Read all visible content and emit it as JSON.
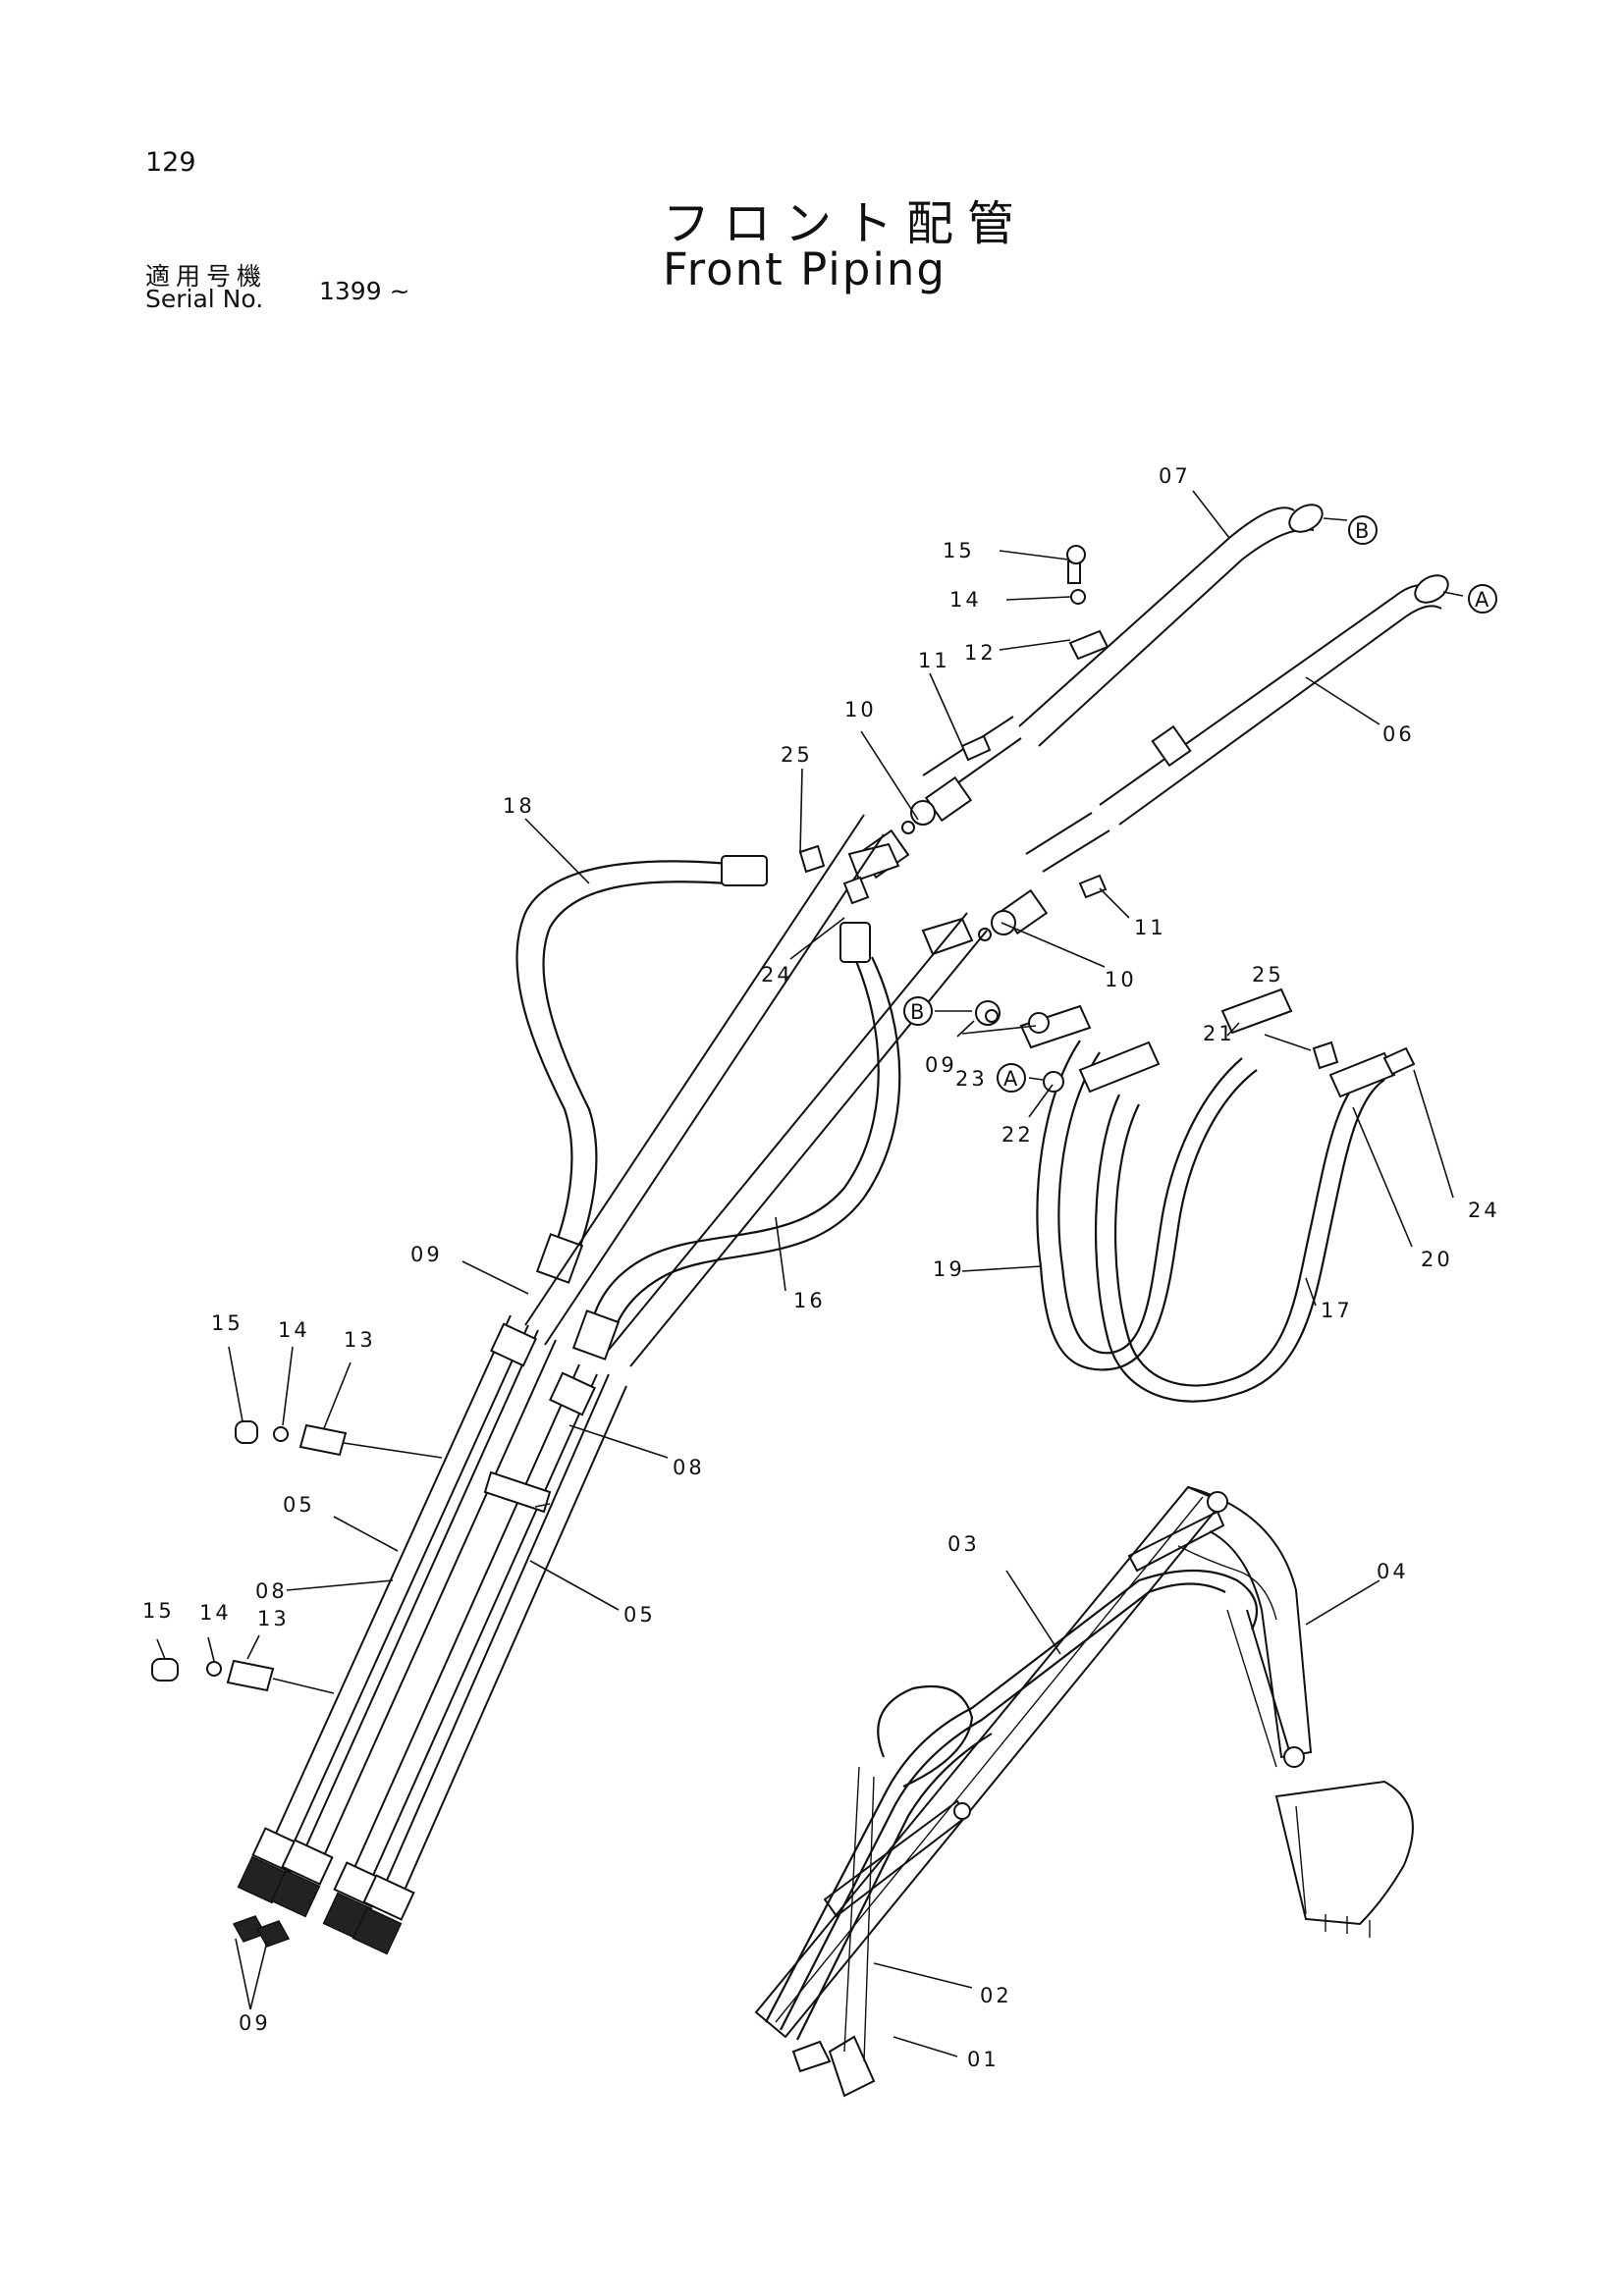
{
  "page_number": "129",
  "title_jp": "フロント配管",
  "title_en": "Front Piping",
  "serial_label_jp": "適用号機",
  "serial_label_en": "Serial No.",
  "serial_value": "1399 ~",
  "callouts": {
    "c01": "01",
    "c02": "02",
    "c03": "03",
    "c04": "04",
    "c05a": "05",
    "c05b": "05",
    "c06": "06",
    "c07": "07",
    "c08a": "08",
    "c08b": "08",
    "c09a": "09",
    "c09b": "09",
    "c09c": "09",
    "c10a": "10",
    "c10b": "10",
    "c11a": "11",
    "c11b": "11",
    "c12": "12",
    "c13a": "13",
    "c13b": "13",
    "c14a": "14",
    "c14b": "14",
    "c14c": "14",
    "c15a": "15",
    "c15b": "15",
    "c15c": "15",
    "c16": "16",
    "c17": "17",
    "c18": "18",
    "c19": "19",
    "c20": "20",
    "c21": "21",
    "c22": "22",
    "c23": "23",
    "c24a": "24",
    "c24b": "24",
    "c25a": "25",
    "c25b": "25"
  },
  "refs": {
    "refA1": "A",
    "refA2": "A",
    "refB1": "B",
    "refB2": "B"
  }
}
